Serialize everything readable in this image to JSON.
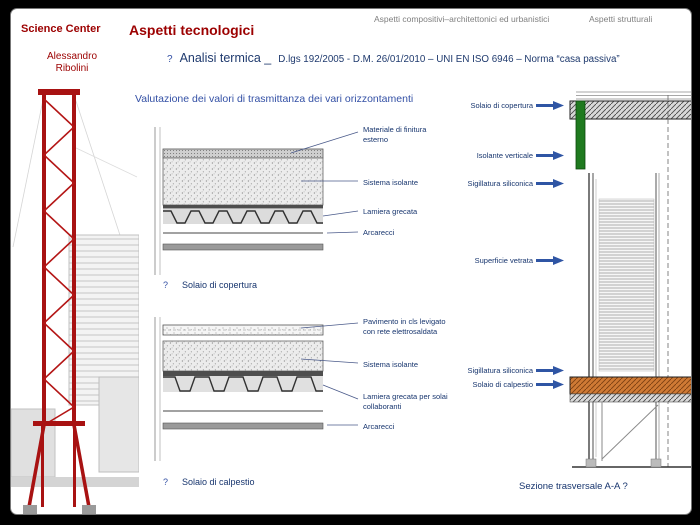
{
  "colors": {
    "accent_red": "#9c0000",
    "navy": "#17356e",
    "blue_title": "#3350a5",
    "nav_gray": "#7f7f7f",
    "arrow_blue": "#2f55a4",
    "insulation_green": "#1f7a1f",
    "slab_orange": "#cf7a35",
    "tower_red": "#a81212"
  },
  "top_nav": {
    "item1": "Aspetti compositivi–architettonici ed urbanistici",
    "item2": "Aspetti strutturali"
  },
  "sidebar": {
    "brand": "Science Center",
    "author": "Alessandro Ribolini"
  },
  "header": {
    "title": "Aspetti tecnologici",
    "bullet": "?",
    "subtitle_emph": "Analisi termica _",
    "subtitle_rest": "D.lgs 192/2005 - D.M. 26/01/2010 – UNI EN ISO 6946 – Norma “casa passiva”"
  },
  "content": {
    "section_title": "Valutazione dei valori di trasmittanza dei vari orizzontamenti",
    "roof": {
      "labels": {
        "l1": "Materiale di finitura esterno",
        "l2": "Sistema isolante",
        "l3": "Lamiera grecata",
        "l4": "Arcarecci"
      },
      "caption_bullet": "?",
      "caption": "Solaio di copertura"
    },
    "floor": {
      "labels": {
        "l1": "Pavimento in cls levigato con rete elettrosaldata",
        "l2": "Sistema isolante",
        "l3": "Lamiera grecata per solai collaboranti",
        "l4": "Arcarecci"
      },
      "caption_bullet": "?",
      "caption": "Solaio di calpestio"
    },
    "section_view": {
      "labels": {
        "l1": "Solaio di copertura",
        "l2": "Isolante verticale",
        "l3": "Sigillatura siliconica",
        "l4": "Superficie vetrata",
        "l5": "Sigillatura siliconica",
        "l6": "Solaio di calpestio"
      },
      "caption": "Sezione trasversale A-A ?"
    }
  }
}
